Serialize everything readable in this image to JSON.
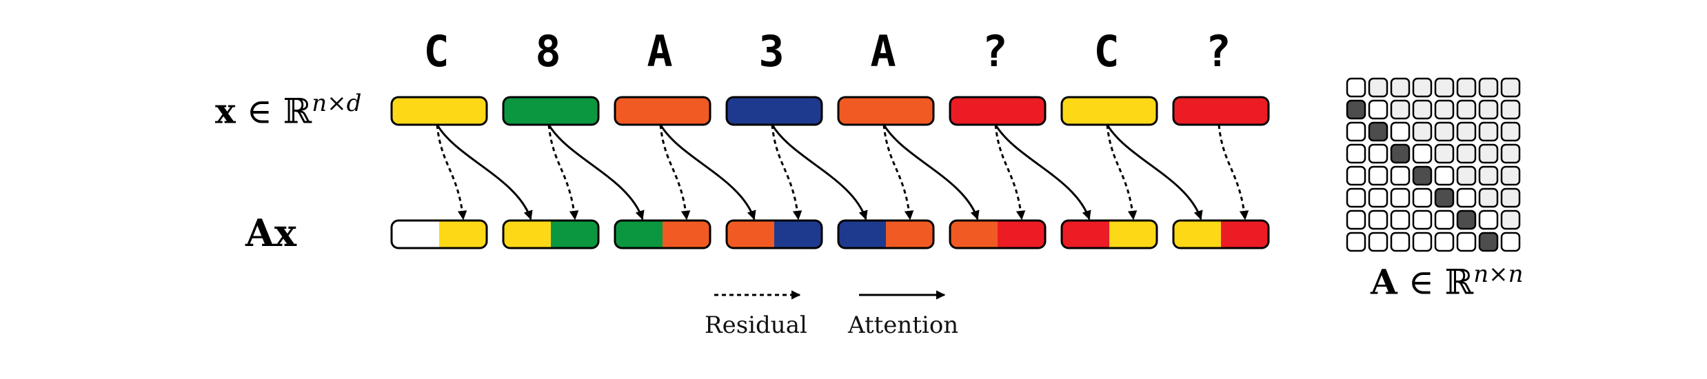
{
  "tokens": [
    "C",
    "8",
    "A",
    "3",
    "A",
    "?",
    "C",
    "?"
  ],
  "labels": {
    "x": {
      "var": "x",
      "in": "∈",
      "field": "ℝ",
      "sup": "n×d"
    },
    "ax": {
      "text": "Ax"
    },
    "matrix": {
      "var": "A",
      "in": "∈",
      "field": "ℝ",
      "sup": "n×n"
    }
  },
  "legend": {
    "residual": "Residual",
    "attention": "Attention"
  },
  "colors": {
    "yellow": "#FDD817",
    "green": "#0B973F",
    "orange": "#F15A22",
    "blue": "#1E3A8F",
    "red": "#EC1C24",
    "white": "#FFFFFF",
    "matrix_dark": "#4D4D4D",
    "matrix_light": "#EFEFEF"
  },
  "x_colors": [
    "yellow",
    "green",
    "orange",
    "blue",
    "orange",
    "red",
    "yellow",
    "red"
  ],
  "ax_colors": [
    [
      "white",
      "yellow"
    ],
    [
      "yellow",
      "green"
    ],
    [
      "green",
      "orange"
    ],
    [
      "orange",
      "blue"
    ],
    [
      "blue",
      "orange"
    ],
    [
      "orange",
      "red"
    ],
    [
      "red",
      "yellow"
    ],
    [
      "yellow",
      "red"
    ]
  ],
  "attention_matrix": [
    [
      0,
      0,
      0,
      0,
      0,
      0,
      0,
      0
    ],
    [
      1,
      0,
      0,
      0,
      0,
      0,
      0,
      0
    ],
    [
      0,
      1,
      0,
      0,
      0,
      0,
      0,
      0
    ],
    [
      0,
      0,
      1,
      0,
      0,
      0,
      0,
      0
    ],
    [
      0,
      0,
      0,
      1,
      0,
      0,
      0,
      0
    ],
    [
      0,
      0,
      0,
      0,
      1,
      0,
      0,
      0
    ],
    [
      0,
      0,
      0,
      0,
      0,
      1,
      0,
      0
    ],
    [
      0,
      0,
      0,
      0,
      0,
      0,
      1,
      0
    ]
  ]
}
